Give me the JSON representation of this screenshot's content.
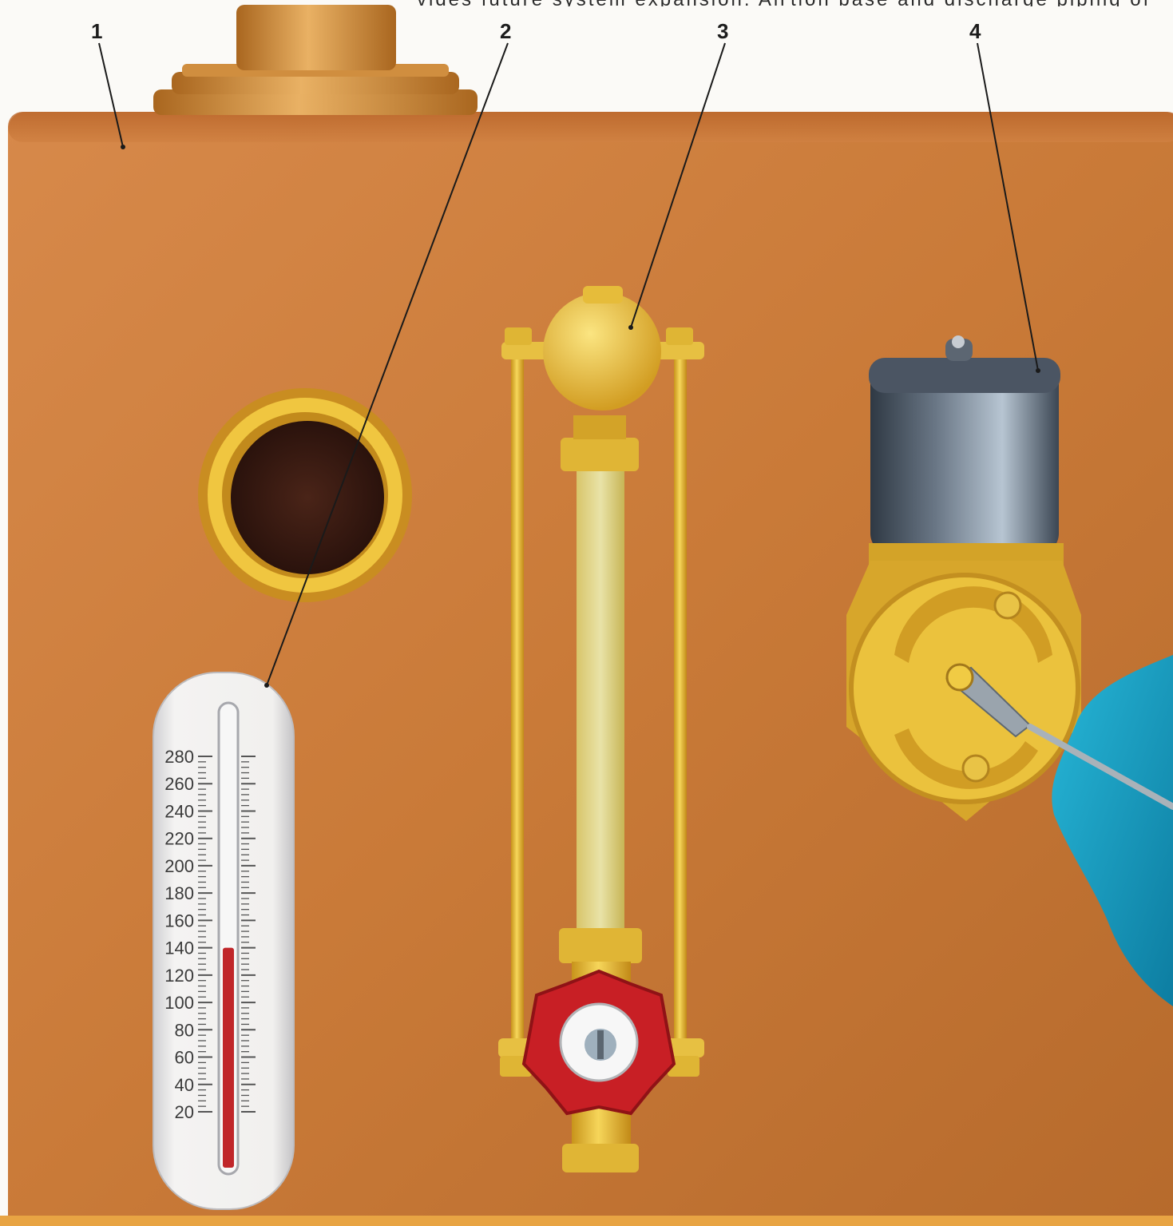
{
  "header_text": {
    "col1": "",
    "col2": "vides future system expansion. All",
    "col3": "tion base and discharge piping of"
  },
  "callouts": [
    "1",
    "2",
    "3",
    "4"
  ],
  "thermometer": {
    "scale": [
      "280",
      "260",
      "240",
      "220",
      "200",
      "180",
      "160",
      "140",
      "120",
      "100",
      "80",
      "60",
      "40",
      "20"
    ],
    "level": 140,
    "scale_min": 20,
    "scale_max": 280,
    "side_mark_top": "",
    "side_mark_bottom": ""
  },
  "colors": {
    "tank": "#c97a38",
    "brass": "#e4b62c",
    "valve_wheel": "#c81f25",
    "mercury": "#c0262a",
    "solenoid_cap": "#4b5563",
    "hand": "#1aa0c4"
  }
}
